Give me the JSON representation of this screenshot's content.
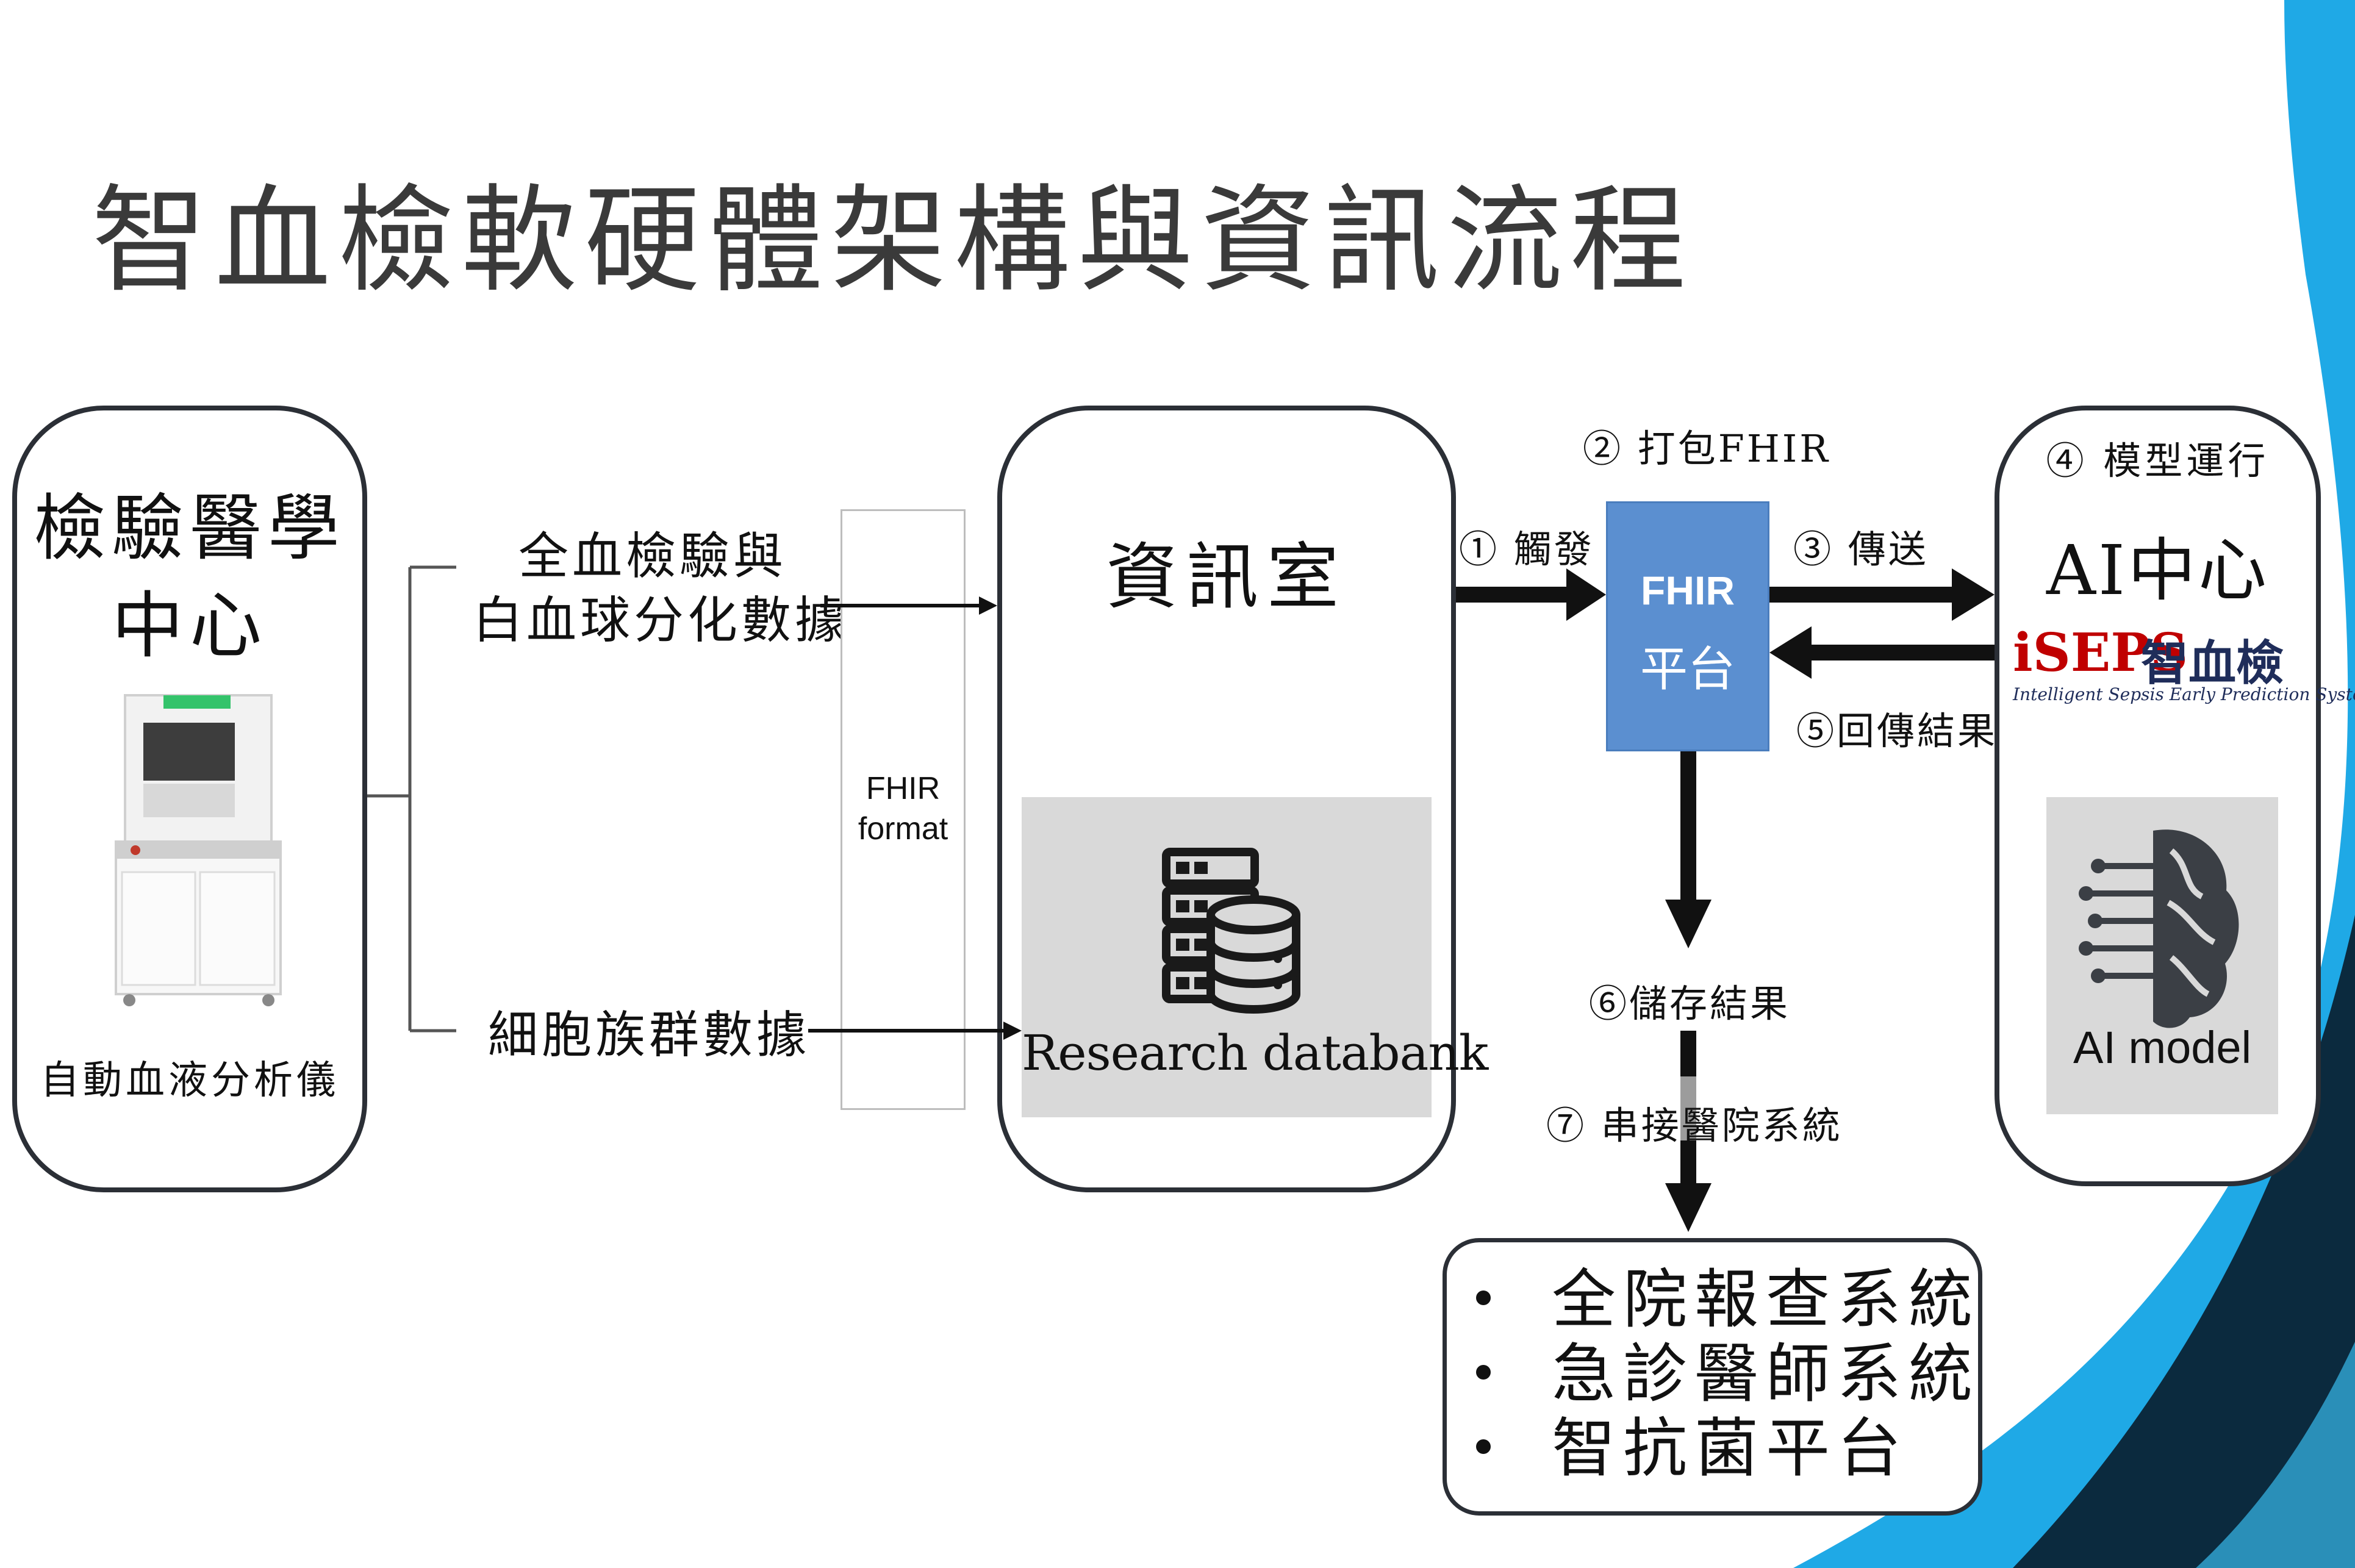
{
  "title": "智血檢軟硬體架構與資訊流程",
  "lab": {
    "name_line1": "檢驗醫學",
    "name_line2": "中心",
    "device_label": "自動血液分析儀",
    "data_top_line1": "全血檢驗與",
    "data_top_line2": "白血球分化數據",
    "data_bottom": "細胞族群數據"
  },
  "fhir_format": {
    "line1": "FHIR",
    "line2": "format"
  },
  "info_room": {
    "name": "資訊室",
    "databank_label": "Research databank"
  },
  "fhir_platform": {
    "line1": "FHIR",
    "line2": "平台"
  },
  "steps": {
    "s1": "① 觸發",
    "s2": "② 打包FHIR",
    "s3": "③ 傳送",
    "s4": "④ 模型運行",
    "s5": "⑤回傳結果",
    "s6": "⑥儲存結果",
    "s7": "⑦ 串接醫院系統"
  },
  "ai_center": {
    "name": "AI中心",
    "logo_brand": "iSEPS",
    "logo_cn": "智血檢",
    "logo_tagline": "Intelligent Sepsis Early Prediction System",
    "model_label": "AI model"
  },
  "targets": [
    "全院報查系統",
    "急診醫師系統",
    "智抗菌平台"
  ],
  "colors": {
    "fhir_platform": "#5b8fd0",
    "databank_bg": "#d9d9d9",
    "accent_blue": "#1fa9e6",
    "dark_navy": "#0b2a3e",
    "logo_red": "#c00000",
    "logo_navy": "#1f2d5a"
  }
}
